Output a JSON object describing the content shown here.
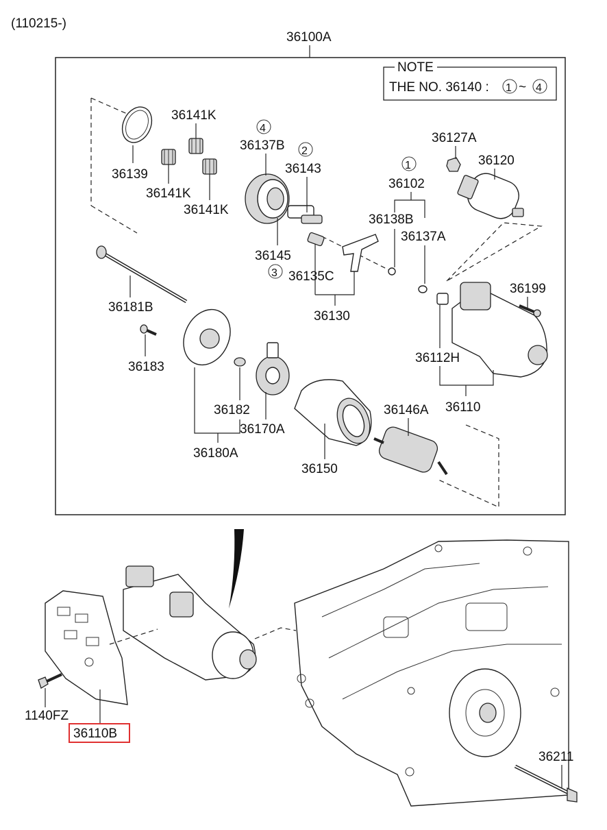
{
  "header_code": "(110215-)",
  "assembly_label": "36100A",
  "note": {
    "title": "NOTE",
    "text": "THE NO. 36140 :",
    "from": "1",
    "tilde": "~",
    "to": "4"
  },
  "callouts": {
    "c1": "1",
    "c2": "2",
    "c3": "3",
    "c4": "4"
  },
  "parts": {
    "p36139": "36139",
    "p36141K_a": "36141K",
    "p36141K_b": "36141K",
    "p36141K_c": "36141K",
    "p36137B": "36137B",
    "p36143": "36143",
    "p36145": "36145",
    "p36135C": "36135C",
    "p36130": "36130",
    "p36102": "36102",
    "p36138B": "36138B",
    "p36137A": "36137A",
    "p36127A": "36127A",
    "p36120": "36120",
    "p36181B": "36181B",
    "p36183": "36183",
    "p36182": "36182",
    "p36170A": "36170A",
    "p36180A": "36180A",
    "p36150": "36150",
    "p36146A": "36146A",
    "p36112H": "36112H",
    "p36110": "36110",
    "p36199": "36199",
    "p1140FZ": "1140FZ",
    "p36110B": "36110B",
    "p36211": "36211"
  },
  "highlight_color": "#e03030"
}
